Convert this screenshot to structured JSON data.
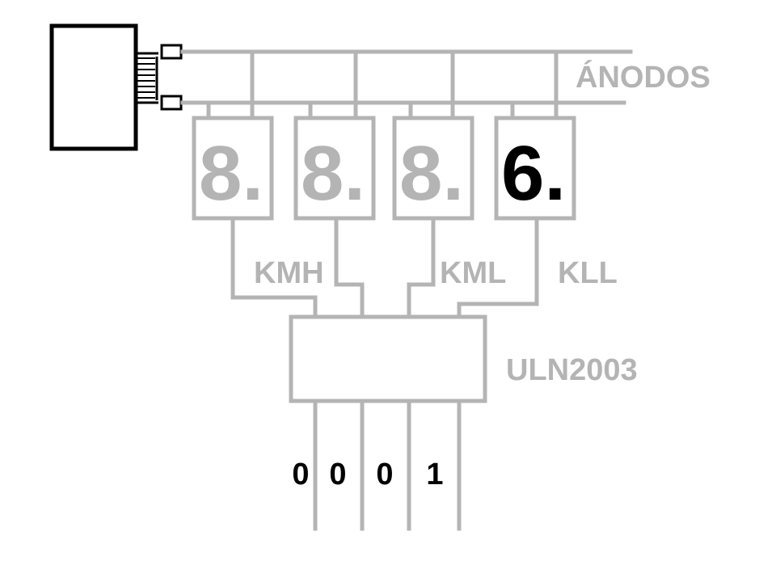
{
  "labels": {
    "anodes": "ÁNODOS",
    "kmh": "KMH",
    "kml": "KML",
    "kll": "KLL",
    "driver": "ULN2003"
  },
  "displays": [
    {
      "text": "8.",
      "active": false
    },
    {
      "text": "8.",
      "active": false
    },
    {
      "text": "8.",
      "active": false
    },
    {
      "text": "6.",
      "active": true
    }
  ],
  "inputs": [
    "0",
    "0",
    "0",
    "1"
  ],
  "colors": {
    "inactive": "#b4b4b4",
    "active": "#000000",
    "background": "#ffffff"
  }
}
